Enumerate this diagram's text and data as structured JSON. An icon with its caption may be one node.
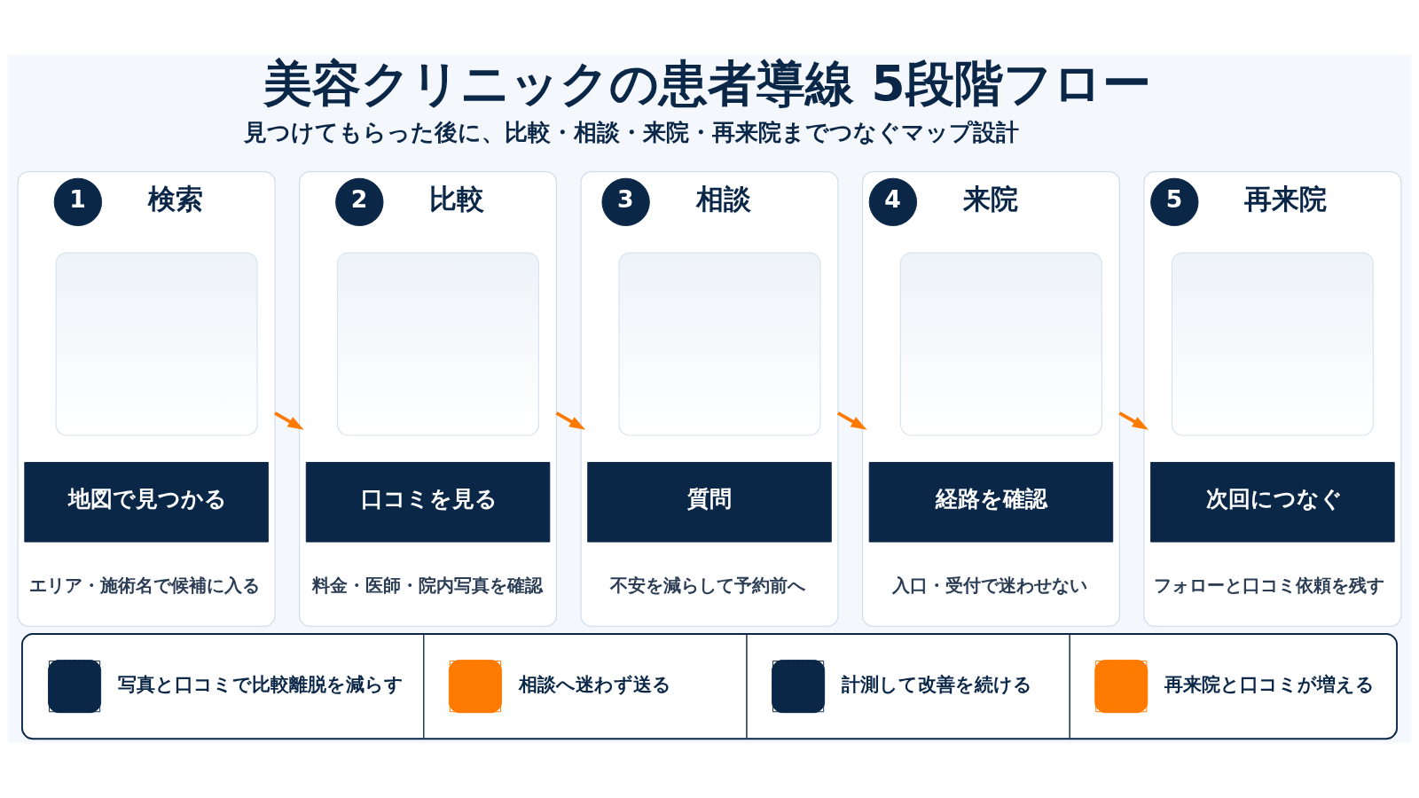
{
  "diagram": {
    "title": "美容クリニックの患者導線 5段階フロー",
    "nodes": [
      {
        "text": [
          "検索",
          "エリア・施術名で候補に入る"
        ]
      },
      {
        "text": [
          "1"
        ],
        "in": 0
      },
      {
        "text": [],
        "shape": "picture",
        "in": 0
      },
      {
        "text": [
          "地図で見つかる"
        ],
        "in": 0
      },
      {
        "text": [
          "比較",
          "料金・医師・院内写真を確認"
        ]
      },
      {
        "text": [
          "2"
        ],
        "in": 4
      },
      {
        "text": [],
        "shape": "picture",
        "in": 4
      },
      {
        "text": [
          "口コミを見る"
        ],
        "in": 4
      },
      {
        "text": [
          "相談",
          "不安を減らして予約前へ"
        ]
      },
      {
        "text": [
          "3"
        ],
        "in": 8
      },
      {
        "text": [],
        "shape": "picture",
        "in": 8
      },
      {
        "text": [
          "質問"
        ],
        "in": 8
      },
      {
        "text": [
          "来院",
          "入口・受付で迷わせない"
        ]
      },
      {
        "text": [
          "4"
        ],
        "in": 12
      },
      {
        "text": [],
        "shape": "picture",
        "in": 12
      },
      {
        "text": [
          "経路を確認"
        ],
        "in": 12
      },
      {
        "text": [
          "再来院",
          "フォローと口コミ依頼を残す"
        ]
      },
      {
        "text": [
          "5"
        ],
        "in": 16
      },
      {
        "text": [],
        "shape": "picture",
        "in": 16
      },
      {
        "text": [
          "次回につなぐ"
        ],
        "in": 16
      },
      {
        "text": [
          "写真と口コミで比較離脱を減らす",
          "相談へ迷わず送る",
          "計測して改善を続ける",
          "再来院と口コミが増える"
        ]
      }
    ],
    "edges": [
      {
        "from": 0,
        "to": 4,
        "arrow": "to"
      },
      {
        "from": 4,
        "to": 8,
        "arrow": "to"
      },
      {
        "from": 8,
        "to": 12,
        "arrow": "to"
      },
      {
        "from": 12,
        "to": 16,
        "arrow": "to"
      }
    ],
    "labels": [
      "見つけてもらった後に、比較・相談・来院・再来院までつなぐマップ設計"
    ]
  }
}
